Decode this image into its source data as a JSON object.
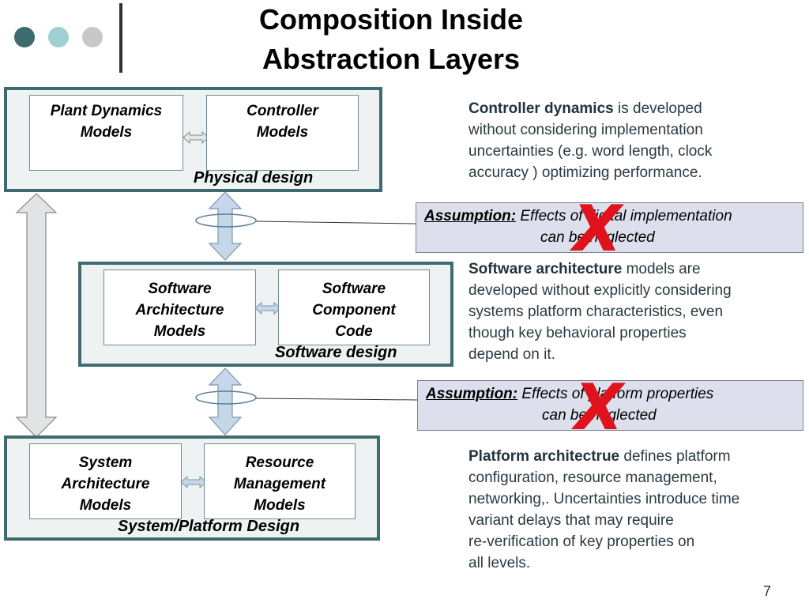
{
  "slide": {
    "title_line1": "Composition Inside",
    "title_line2": "Abstraction Layers",
    "page_number": "7"
  },
  "layers": [
    {
      "label": "Physical design",
      "boxes": [
        {
          "line1": "Plant Dynamics",
          "line2": "Models",
          "line3": ""
        },
        {
          "line1": "Controller",
          "line2": "Models",
          "line3": ""
        }
      ]
    },
    {
      "label": "Software design",
      "boxes": [
        {
          "line1": "Software",
          "line2": "Architecture",
          "line3": "Models"
        },
        {
          "line1": "Software",
          "line2": "Component",
          "line3": "Code"
        }
      ]
    },
    {
      "label": "System/Platform Design",
      "boxes": [
        {
          "line1": "System",
          "line2": "Architecture",
          "line3": "Models"
        },
        {
          "line1": "Resource",
          "line2": "Management",
          "line3": "Models"
        }
      ]
    }
  ],
  "assumptions": [
    {
      "lead": "Assumption:",
      "line1": " Effects of digital implementation",
      "line2": "can be neglected",
      "mark": "X"
    },
    {
      "lead": "Assumption:",
      "line1": " Effects of platform properties",
      "line2": "can be neglected",
      "mark": "X"
    }
  ],
  "descriptions": [
    {
      "bold": "Controller dynamics",
      "lines": [
        " is developed",
        "without considering implementation",
        "uncertainties (e.g. word length, clock",
        "accuracy ) optimizing performance."
      ]
    },
    {
      "bold": "Software architecture",
      "lines": [
        " models  are",
        "developed without explicitly considering",
        "systems platform characteristics, even",
        "though key behavioral properties",
        "depend on it."
      ]
    },
    {
      "bold": "Platform architectrue",
      "lines": [
        " defines platform",
        "configuration, resource management,",
        "networking,. Uncertainties introduce time",
        "variant delays that may require",
        "re-verification of key properties on",
        "all levels."
      ]
    }
  ],
  "colors": {
    "dot_dark": "#3d6b6e",
    "dot_mid": "#9fcfd2",
    "dot_light": "#c8c8c8",
    "layer_border": "#3f6b70",
    "mark_red": "#e0121b"
  }
}
